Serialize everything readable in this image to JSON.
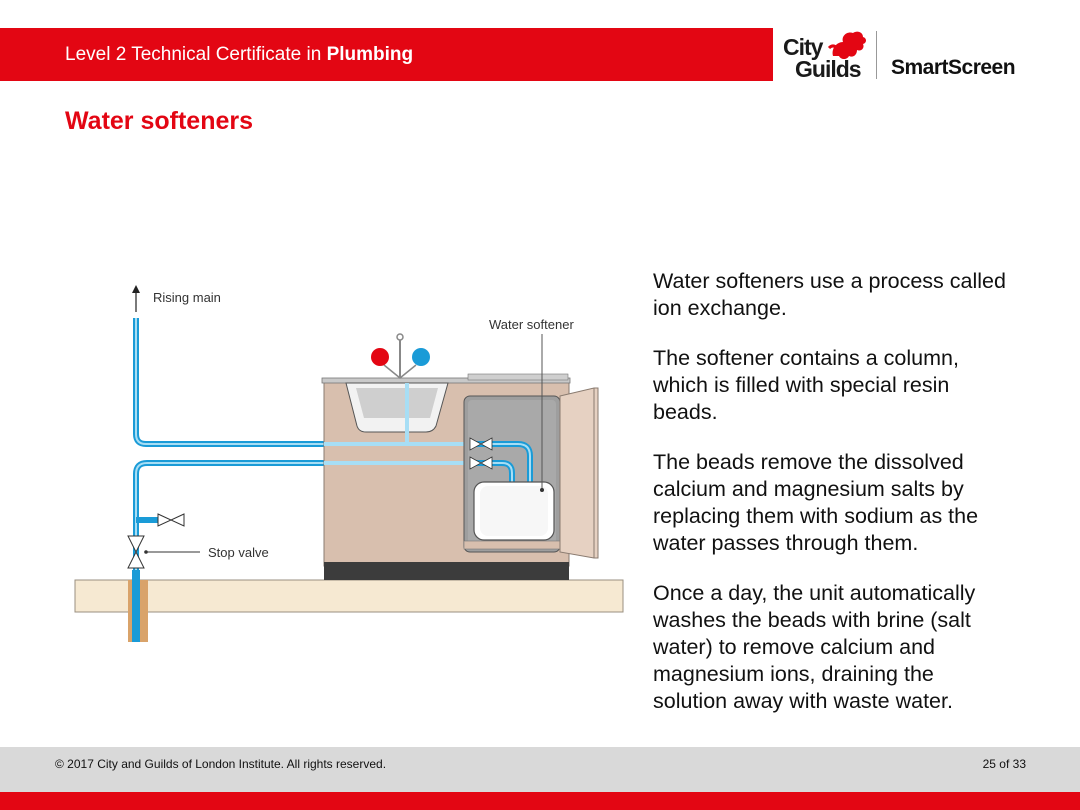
{
  "header": {
    "prefix": "Level 2 Technical Certificate in ",
    "subject": "Plumbing"
  },
  "logo": {
    "city": "City",
    "guilds": "Guilds",
    "smartscreen": "SmartScreen"
  },
  "title": "Water softeners",
  "diagram": {
    "labels": {
      "rising_main": "Rising main",
      "water_softener": "Water softener",
      "stop_valve": "Stop valve"
    },
    "colors": {
      "pipe_blue": "#1a9bd7",
      "hot_red": "#e30613",
      "cabinet": "#d8bfae",
      "floor": "#f6e9d2"
    }
  },
  "paragraphs": [
    "Water softeners use a process called ion exchange.",
    "The softener contains a column, which is filled with special resin beads.",
    "The beads remove the dissolved calcium and magnesium salts by replacing them with sodium as the water passes through them.",
    "Once a day, the unit automatically washes the beads with brine (salt water) to remove calcium and magnesium ions, draining the solution away with waste water."
  ],
  "footer": {
    "copyright": "© 2017 City and Guilds of London Institute. All rights reserved.",
    "page": "25 of 33"
  }
}
